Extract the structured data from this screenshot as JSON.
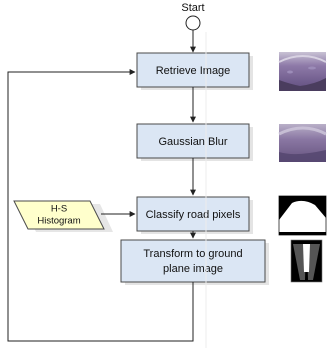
{
  "start_label": "Start",
  "steps": [
    {
      "label": "Retrieve Image",
      "thumbnail": "camera-frame-purple-road"
    },
    {
      "label": "Gaussian Blur",
      "thumbnail": "blurred-frame-purple-road"
    },
    {
      "label": "Classify road pixels",
      "thumbnail": "binary-road-mask"
    },
    {
      "label_line1": "Transform to ground",
      "label_line2": "plane image",
      "thumbnail": "birdseye-road-mask"
    }
  ],
  "input": {
    "label_line1": "H-S",
    "label_line2": "Histogram"
  },
  "colors": {
    "box_fill": "#dbe6f4",
    "box_stroke": "#4a4a4a",
    "input_fill": "#ffffcc",
    "line": "#222222",
    "road_purple": "#6e5a8c"
  }
}
